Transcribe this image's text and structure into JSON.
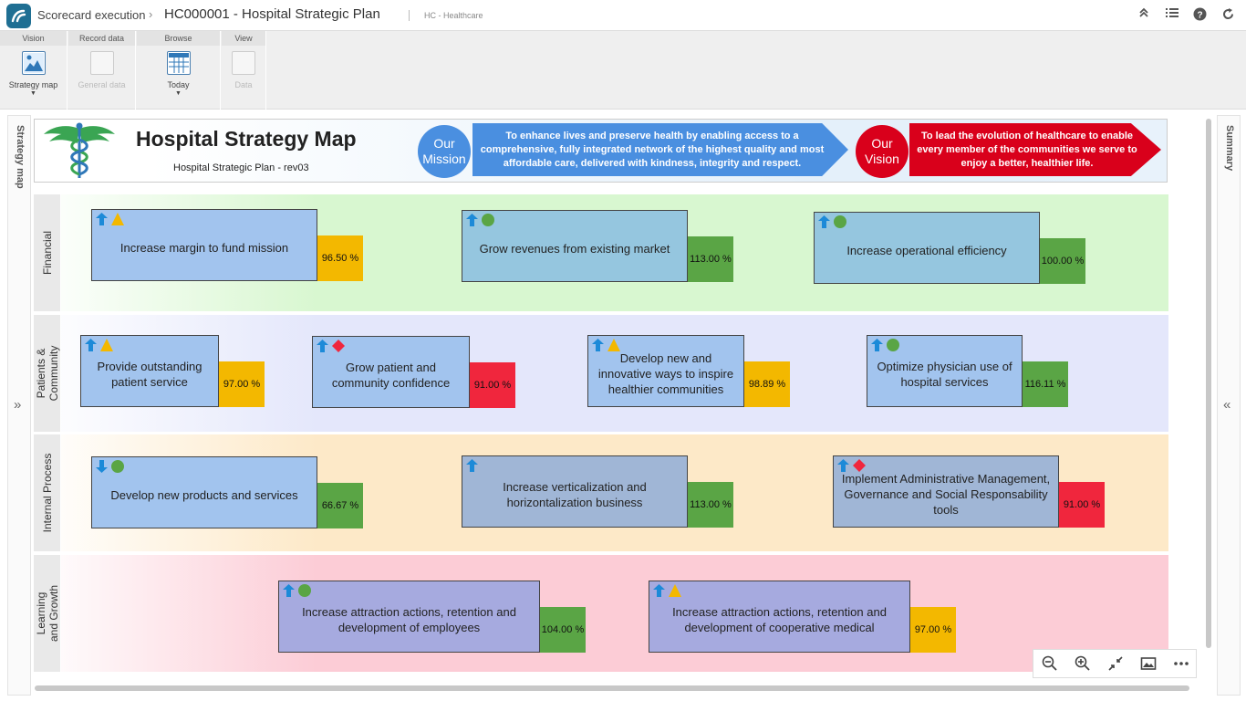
{
  "topbar": {
    "crumb": "Scorecard execution",
    "crumb_sep": "›",
    "title": "HC000001 - Hospital Strategic Plan",
    "subtitle": "HC - Healthcare"
  },
  "ribbon": {
    "groups": [
      {
        "header": "Vision",
        "button": "Strategy map",
        "enabled": true,
        "has_dropdown": true
      },
      {
        "header": "Record data",
        "button": "General data",
        "enabled": false,
        "has_dropdown": false
      },
      {
        "header": "Browse",
        "button": "Today",
        "enabled": true,
        "has_dropdown": true
      },
      {
        "header": "View",
        "button": "Data",
        "enabled": false,
        "has_dropdown": false
      }
    ]
  },
  "left_panel": {
    "label": "Strategy map",
    "expander": "»"
  },
  "right_panel": {
    "label": "Summary",
    "expander": "«"
  },
  "header": {
    "title": "Hospital Strategy Map",
    "subtitle": "Hospital Strategic Plan - rev03",
    "mission_label": "Our Mission",
    "mission_text": "To enhance lives and preserve health by enabling access to a comprehensive, fully integrated network of the highest quality and most affordable care, delivered with kindness, integrity and respect.",
    "vision_label": "Our Vision",
    "vision_text": "To lead the evolution of healthcare to enable every member of the communities we serve to enjoy a better, healthier life."
  },
  "colors": {
    "good": "#5aa545",
    "warning": "#f3b800",
    "bad": "#f0263d",
    "arrow": "#1c8ad8",
    "mission": "#4a8fe0",
    "vision": "#d9001b"
  },
  "perspectives": [
    {
      "name": "Financial",
      "objectives": [
        {
          "label": "Increase margin to fund mission",
          "value": "96.50 %",
          "trend": "up",
          "status": "warning"
        },
        {
          "label": "Grow revenues from existing market",
          "value": "113.00 %",
          "trend": "up",
          "status": "good"
        },
        {
          "label": "Increase operational efficiency",
          "value": "100.00 %",
          "trend": "up",
          "status": "good"
        }
      ]
    },
    {
      "name": "Patients & Community",
      "objectives": [
        {
          "label": "Provide outstanding patient service",
          "value": "97.00 %",
          "trend": "up",
          "status": "warning"
        },
        {
          "label": "Grow patient and community confidence",
          "value": "91.00 %",
          "trend": "up",
          "status": "bad"
        },
        {
          "label": "Develop new and innovative ways to inspire healthier communities",
          "value": "98.89 %",
          "trend": "up",
          "status": "warning"
        },
        {
          "label": "Optimize physician use of hospital services",
          "value": "116.11 %",
          "trend": "up",
          "status": "good"
        }
      ]
    },
    {
      "name": "Internal Process",
      "objectives": [
        {
          "label": "Develop new products and services",
          "value": "66.67 %",
          "trend": "down",
          "status": "good"
        },
        {
          "label": "Increase verticalization and horizontalization business",
          "value": "113.00 %",
          "trend": "up",
          "status": "none"
        },
        {
          "label": "Implement Administrative Management, Governance and Social Responsability tools",
          "value": "91.00 %",
          "trend": "up",
          "status": "bad"
        }
      ]
    },
    {
      "name": "Learning and Growth",
      "objectives": [
        {
          "label": "Increase attraction actions, retention and development of employees",
          "value": "104.00 %",
          "trend": "up",
          "status": "good"
        },
        {
          "label": "Increase attraction actions, retention and development of cooperative medical",
          "value": "97.00 %",
          "trend": "up",
          "status": "warning"
        }
      ]
    }
  ],
  "zoom_toolbar": [
    "zoom-out-icon",
    "zoom-in-icon",
    "fit-icon",
    "export-image-icon",
    "more-icon"
  ]
}
